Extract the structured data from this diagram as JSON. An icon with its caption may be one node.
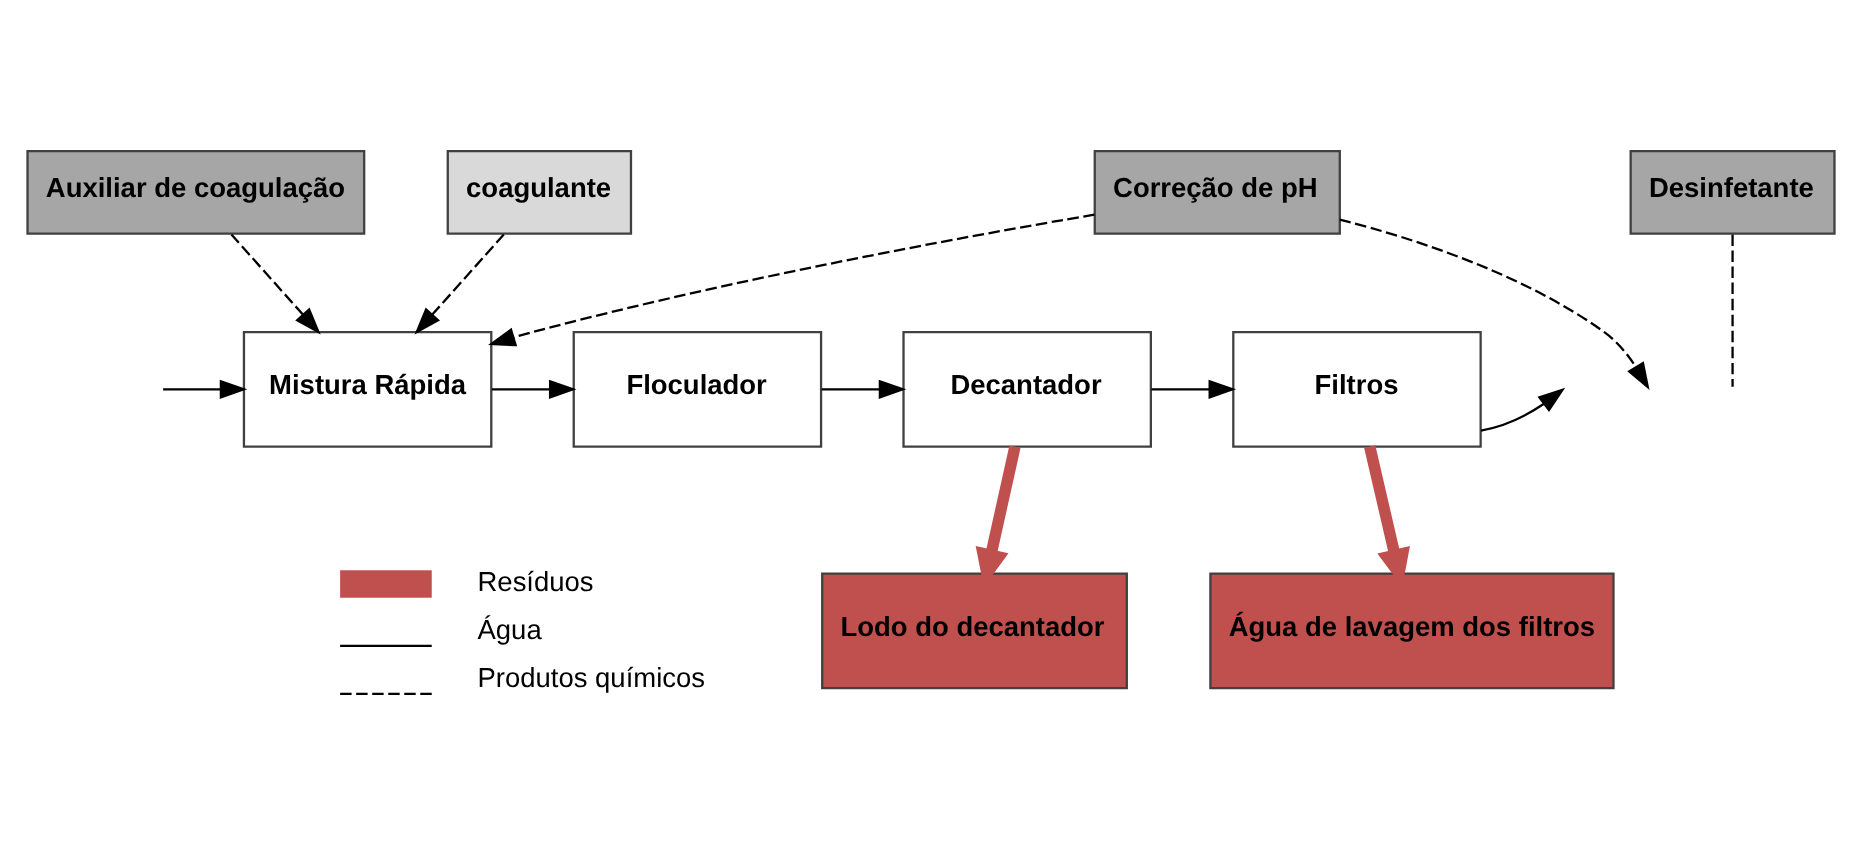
{
  "diagram": {
    "nodes": [
      {
        "text": [
          "Auxiliar de coagulação"
        ]
      },
      {
        "text": [
          "coagulante"
        ]
      },
      {
        "text": [
          "Correção de pH"
        ]
      },
      {
        "text": [
          "Desinfetante"
        ]
      },
      {
        "text": [
          "Mistura Rápida"
        ]
      },
      {
        "text": [
          "Floculador"
        ]
      },
      {
        "text": [
          "Decantador"
        ]
      },
      {
        "text": [
          "Filtros"
        ]
      },
      {
        "text": [
          "Lodo do decantador"
        ]
      },
      {
        "text": [
          "Água de lavagem dos filtros"
        ]
      }
    ],
    "edges": [
      {
        "from": null,
        "to": 4,
        "arrow": "to"
      },
      {
        "from": 0,
        "to": 4,
        "arrow": "to",
        "style": "dashed"
      },
      {
        "from": 1,
        "to": 4,
        "arrow": "to",
        "style": "dashed"
      },
      {
        "from": 2,
        "to": 4,
        "arrow": "to",
        "style": "dashed"
      },
      {
        "from": 2,
        "to": null,
        "arrow": "to",
        "style": "dashed"
      },
      {
        "from": 3,
        "to": null,
        "arrow": "none",
        "style": "dashed"
      },
      {
        "from": 4,
        "to": 5,
        "arrow": "to"
      },
      {
        "from": 5,
        "to": 6,
        "arrow": "to"
      },
      {
        "from": 6,
        "to": 7,
        "arrow": "to"
      },
      {
        "from": 7,
        "to": null,
        "arrow": "to"
      },
      {
        "from": 6,
        "to": 8,
        "arrow": "to",
        "style": "thick",
        "color": "#c0504d"
      },
      {
        "from": 7,
        "to": 9,
        "arrow": "to",
        "style": "thick",
        "color": "#c0504d"
      }
    ],
    "legend": [
      {
        "text": "Resíduos",
        "color": "#c0504d"
      },
      {
        "text": "Água"
      },
      {
        "text": "Produtos químicos"
      }
    ]
  }
}
